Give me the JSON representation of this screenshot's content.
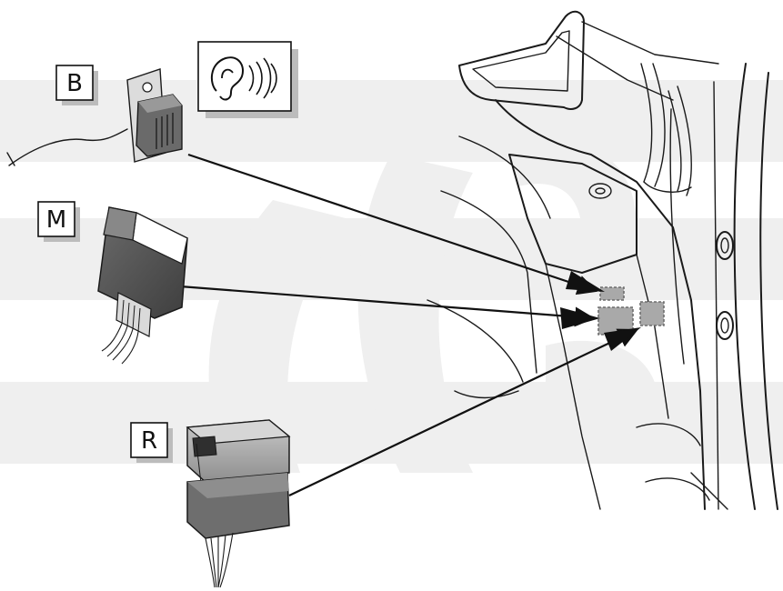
{
  "labels": {
    "buzzer": "B",
    "module": "M",
    "relay": "R"
  },
  "icons": {
    "audible_signal": "ear-sound-icon"
  },
  "colors": {
    "watermark": "#efefef",
    "component_dark": "#555555",
    "component_mid": "#7a7a7a",
    "component_light": "#bdbdbd",
    "mount_dashed": "#9a9a9a",
    "line": "#111111"
  }
}
